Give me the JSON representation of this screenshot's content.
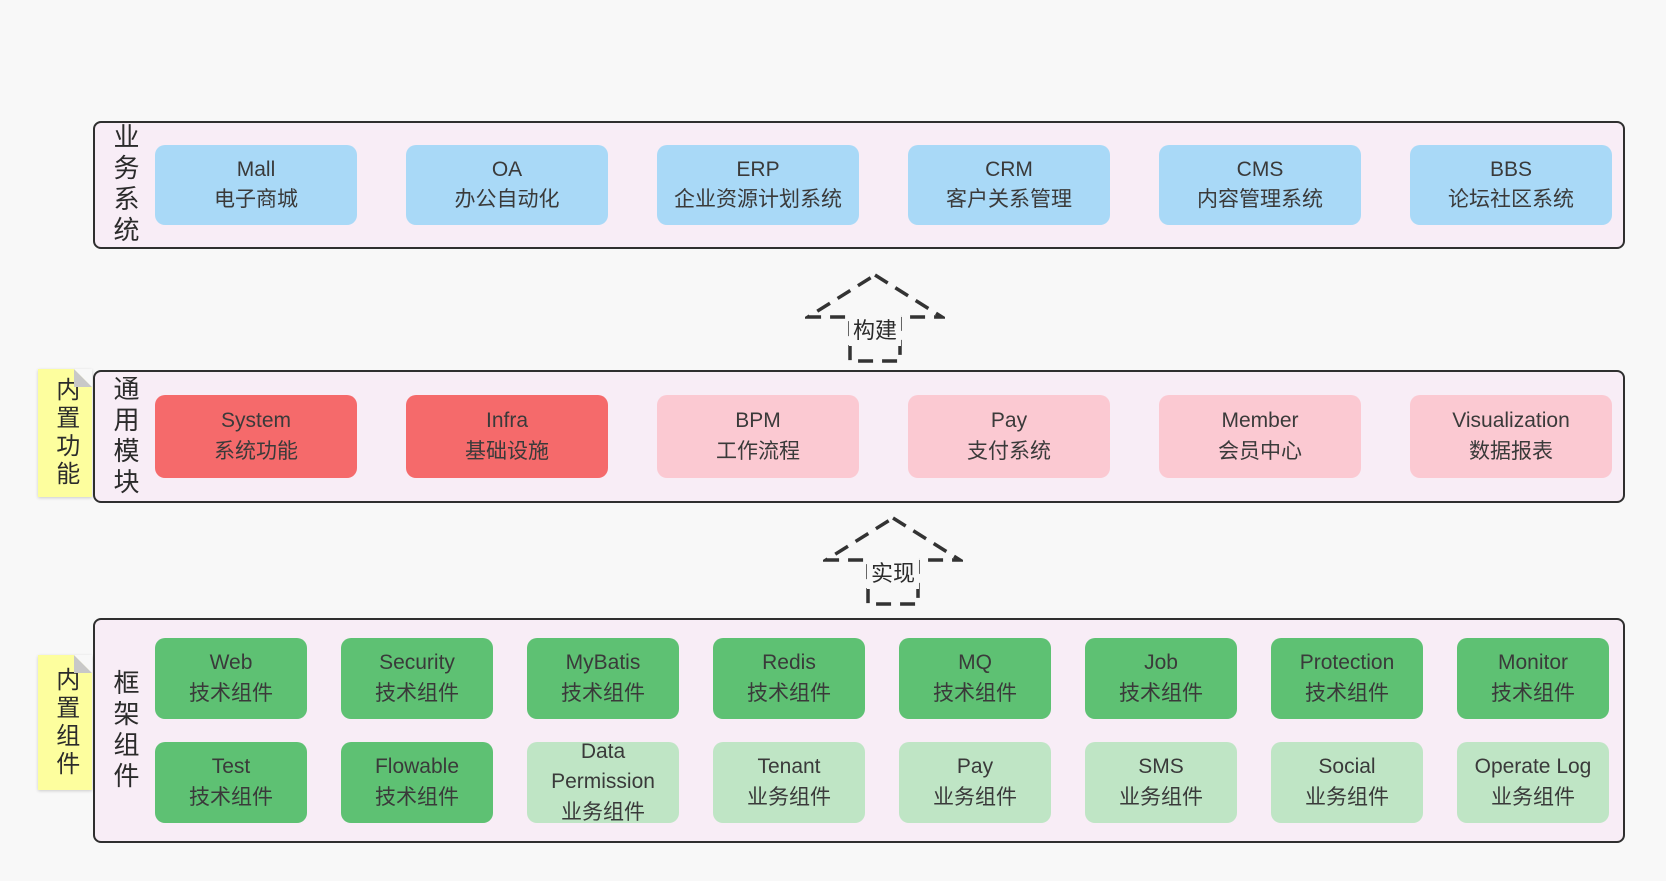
{
  "palette": {
    "page-bg": "#f8f8f8",
    "band-bg": "#f8edf6",
    "band-border": "#2f2f2f",
    "blue": "#a9d9f7",
    "red": "#f56a6b",
    "pink": "#fbc9d2",
    "green": "#5ec173",
    "light-green": "#bfe5c5",
    "sticky-bg": "#fdfe9e",
    "sticky-fold": "#c8c8c8",
    "text": "#3a3a3a",
    "arrow": "#333333"
  },
  "arrows": [
    {
      "label": "构建"
    },
    {
      "label": "实现"
    }
  ],
  "bands": [
    {
      "id": "business-systems",
      "label": "业务系统",
      "sticky": null,
      "rows": [
        [
          {
            "title": "Mall",
            "subtitle": "电子商城",
            "variant": "blue"
          },
          {
            "title": "OA",
            "subtitle": "办公自动化",
            "variant": "blue"
          },
          {
            "title": "ERP",
            "subtitle": "企业资源计划系统",
            "variant": "blue"
          },
          {
            "title": "CRM",
            "subtitle": "客户关系管理",
            "variant": "blue"
          },
          {
            "title": "CMS",
            "subtitle": "内容管理系统",
            "variant": "blue"
          },
          {
            "title": "BBS",
            "subtitle": "论坛社区系统",
            "variant": "blue"
          }
        ]
      ]
    },
    {
      "id": "common-modules",
      "label": "通用模块",
      "sticky": "内置功能",
      "rows": [
        [
          {
            "title": "System",
            "subtitle": "系统功能",
            "variant": "red"
          },
          {
            "title": "Infra",
            "subtitle": "基础设施",
            "variant": "red"
          },
          {
            "title": "BPM",
            "subtitle": "工作流程",
            "variant": "pink"
          },
          {
            "title": "Pay",
            "subtitle": "支付系统",
            "variant": "pink"
          },
          {
            "title": "Member",
            "subtitle": "会员中心",
            "variant": "pink"
          },
          {
            "title": "Visualization",
            "subtitle": "数据报表",
            "variant": "pink"
          }
        ]
      ]
    },
    {
      "id": "framework-components",
      "label": "框架组件",
      "sticky": "内置组件",
      "rows": [
        [
          {
            "title": "Web",
            "subtitle": "技术组件",
            "variant": "green"
          },
          {
            "title": "Security",
            "subtitle": "技术组件",
            "variant": "green"
          },
          {
            "title": "MyBatis",
            "subtitle": "技术组件",
            "variant": "green"
          },
          {
            "title": "Redis",
            "subtitle": "技术组件",
            "variant": "green"
          },
          {
            "title": "MQ",
            "subtitle": "技术组件",
            "variant": "green"
          },
          {
            "title": "Job",
            "subtitle": "技术组件",
            "variant": "green"
          },
          {
            "title": "Protection",
            "subtitle": "技术组件",
            "variant": "green"
          },
          {
            "title": "Monitor",
            "subtitle": "技术组件",
            "variant": "green"
          }
        ],
        [
          {
            "title": "Test",
            "subtitle": "技术组件",
            "variant": "green"
          },
          {
            "title": "Flowable",
            "subtitle": "技术组件",
            "variant": "green"
          },
          {
            "title": "Data Permission",
            "subtitle": "业务组件",
            "variant": "lightgreen"
          },
          {
            "title": "Tenant",
            "subtitle": "业务组件",
            "variant": "lightgreen"
          },
          {
            "title": "Pay",
            "subtitle": "业务组件",
            "variant": "lightgreen"
          },
          {
            "title": "SMS",
            "subtitle": "业务组件",
            "variant": "lightgreen"
          },
          {
            "title": "Social",
            "subtitle": "业务组件",
            "variant": "lightgreen"
          },
          {
            "title": "Operate Log",
            "subtitle": "业务组件",
            "variant": "lightgreen"
          }
        ]
      ]
    }
  ]
}
